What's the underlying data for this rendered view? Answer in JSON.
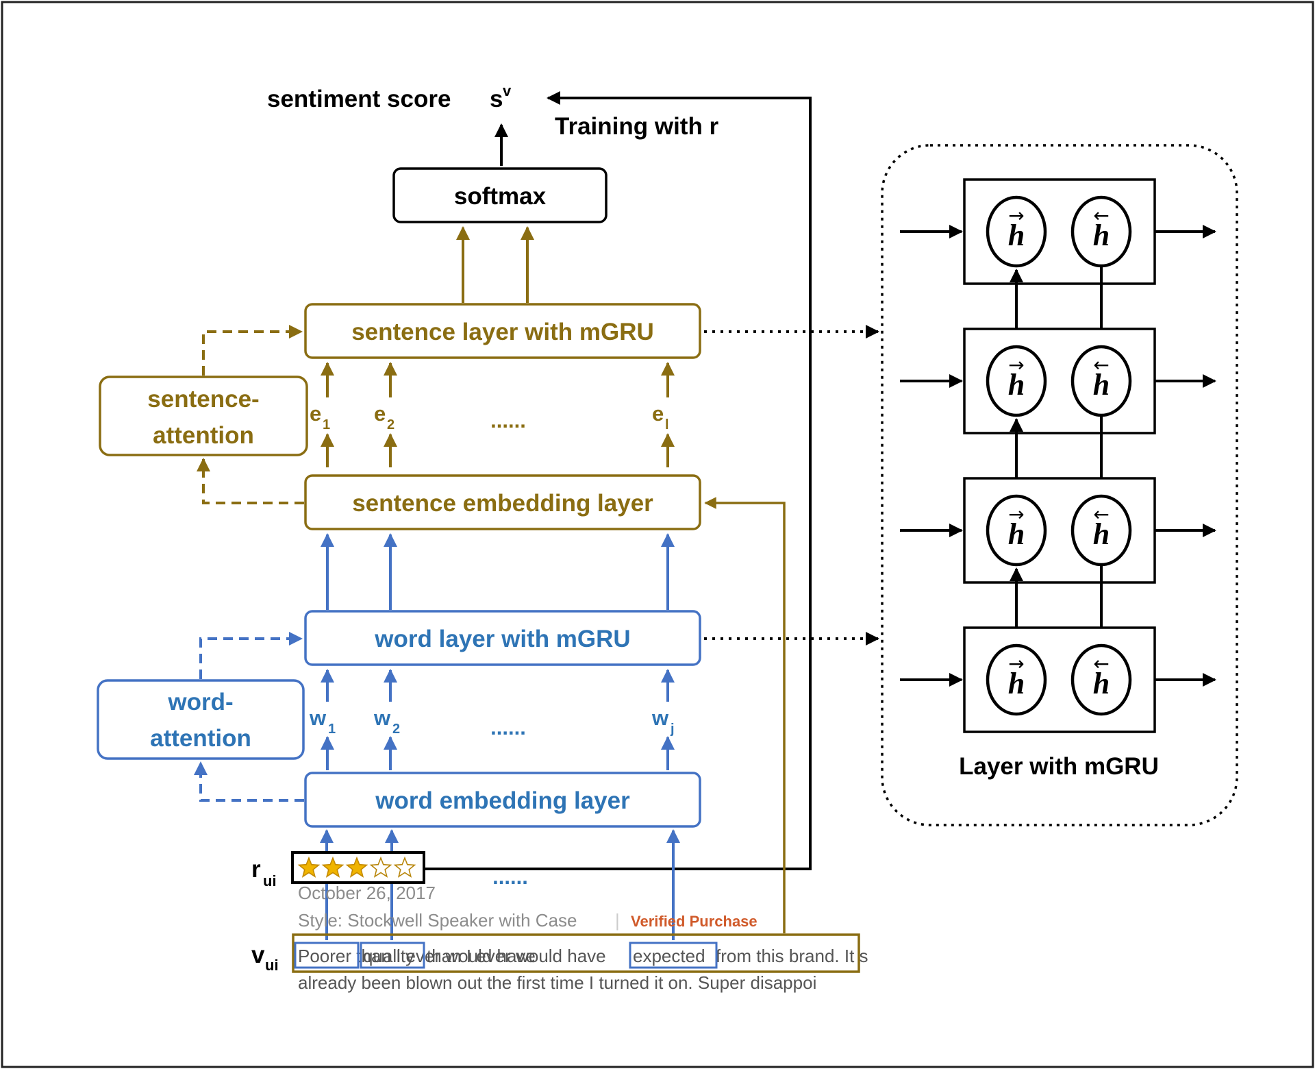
{
  "colors": {
    "gold": "#8a6d12",
    "blue": "#4472c4",
    "blue_text": "#2e74b5",
    "black": "#000000",
    "gray": "#8c8c8c",
    "verified": "#d05a2a",
    "star": "#f0b400"
  },
  "top": {
    "sentiment_score": "sentiment score",
    "s": "s",
    "s_sup": "v",
    "training": "Training with r",
    "softmax": "softmax"
  },
  "sentence": {
    "layer": "sentence layer with mGRU",
    "attention_1": "sentence-",
    "attention_2": "attention",
    "embedding": "sentence embedding layer",
    "e": "e",
    "e_sub": [
      "1",
      "2",
      "l"
    ],
    "dots": "......"
  },
  "word": {
    "layer": "word layer with mGRU",
    "attention_1": "word-",
    "attention_2": "attention",
    "embedding": "word embedding layer",
    "w": "w",
    "w_sub": [
      "1",
      "2",
      "j"
    ],
    "dots": "......"
  },
  "rating": {
    "r": "r",
    "r_sub": "ui",
    "stars_filled": 3,
    "stars_total": 5,
    "dots": "......"
  },
  "review": {
    "date": "October 26, 2017",
    "style": "Style: Stockwell Speaker with Case",
    "separator": "|",
    "verified": "Verified Purchase",
    "v": "v",
    "v_sub": "ui",
    "word_1": "Poorer",
    "word_2": "quality",
    "mid_1": " than I ever would have ",
    "word_3": "expected",
    "mid_2": " from this brand. It s",
    "line_2": "already been blown out the first time I turned it on. Super disappoi"
  },
  "mgru_panel": {
    "caption": "Layer with mGRU",
    "h": "h",
    "forward_arrow": "→",
    "backward_arrow": "←",
    "rows": 4
  }
}
